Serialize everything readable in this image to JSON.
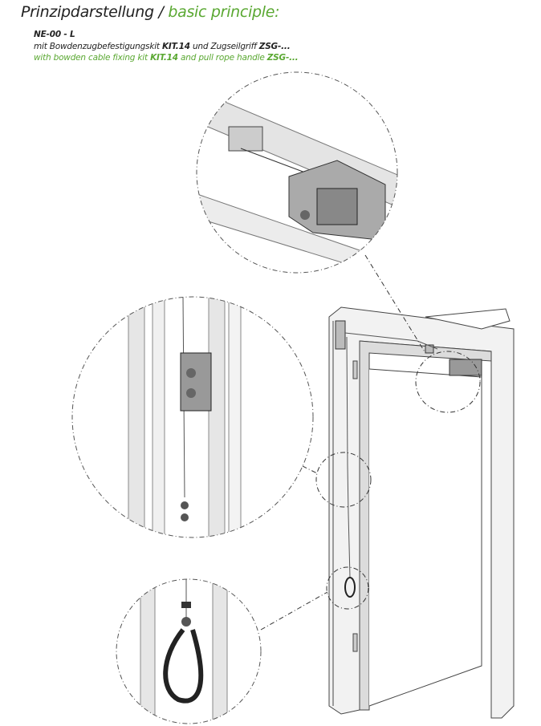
{
  "header": {
    "title_de": "Prinzipdarstellung /",
    "title_en": "basic principle:",
    "model": "NE-00 - L",
    "line_de": {
      "pre": "mit Bowdenzugbefestigungskit ",
      "kit": "KIT.14",
      "mid": " und Zugseilgriff ",
      "handle": "ZSG-..."
    },
    "line_en": {
      "pre": "with bowden cable fixing kit ",
      "kit": "KIT.14",
      "mid": " and pull rope handle ",
      "handle": "ZSG-..."
    }
  },
  "colors": {
    "accent": "#5aa832",
    "text": "#222222",
    "line": "#555555"
  }
}
